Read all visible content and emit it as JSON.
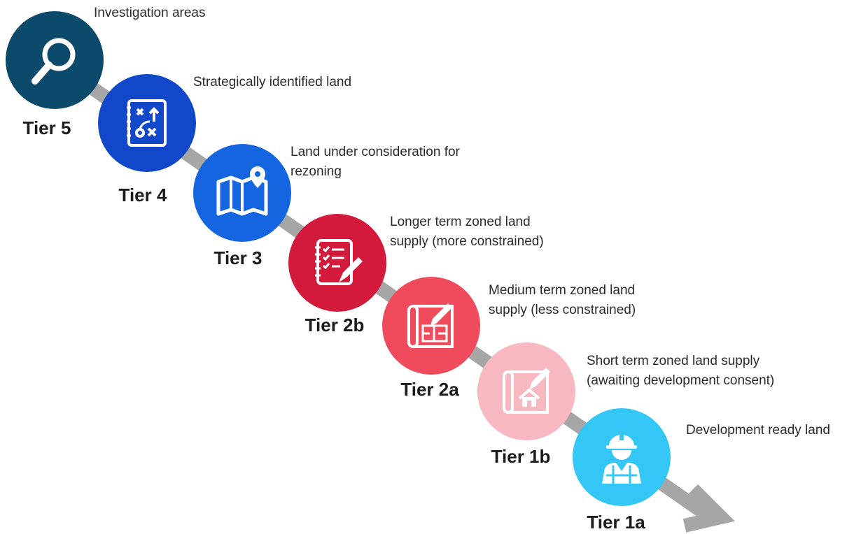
{
  "colors": {
    "arrow": "#a6a6a6",
    "tier5": "#0b4a6b",
    "tier4": "#1148c9",
    "tier3": "#1565e0",
    "tier2b": "#d41a3c",
    "tier2a": "#f04a5d",
    "tier1b": "#f8b8c2",
    "tier1a": "#34c6f4"
  },
  "tiers": [
    {
      "label": "Tier 5",
      "icon": "magnifier-icon",
      "desc": [
        "Investigation areas"
      ]
    },
    {
      "label": "Tier 4",
      "icon": "strategy-plan-icon",
      "desc": [
        "Strategically identified land"
      ]
    },
    {
      "label": "Tier 3",
      "icon": "map-pin-icon",
      "desc": [
        "Land under consideration for",
        "rezoning"
      ]
    },
    {
      "label": "Tier 2b",
      "icon": "checklist-pen-icon",
      "desc": [
        "Longer term zoned land",
        "supply (more constrained)"
      ]
    },
    {
      "label": "Tier 2a",
      "icon": "blueprint-pen-icon",
      "desc": [
        "Medium term zoned land",
        "supply (less constrained)"
      ]
    },
    {
      "label": "Tier 1b",
      "icon": "house-plan-icon",
      "desc": [
        "Short term zoned land supply",
        "(awaiting development consent)"
      ]
    },
    {
      "label": "Tier 1a",
      "icon": "worker-icon",
      "desc": [
        "Development ready land"
      ]
    }
  ]
}
